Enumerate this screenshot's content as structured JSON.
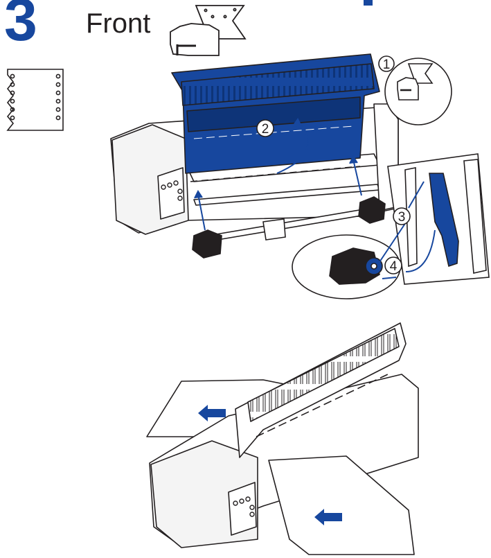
{
  "step": {
    "number": "3",
    "label": "Front"
  },
  "callouts": [
    {
      "id": "1",
      "text": "1"
    },
    {
      "id": "2",
      "text": "2"
    },
    {
      "id": "3",
      "text": "3"
    },
    {
      "id": "4",
      "text": "4"
    }
  ],
  "colors": {
    "accent": "#17479e",
    "line": "#231f20",
    "printer_body": "#ffffff",
    "shade": "#e6e6e6"
  }
}
